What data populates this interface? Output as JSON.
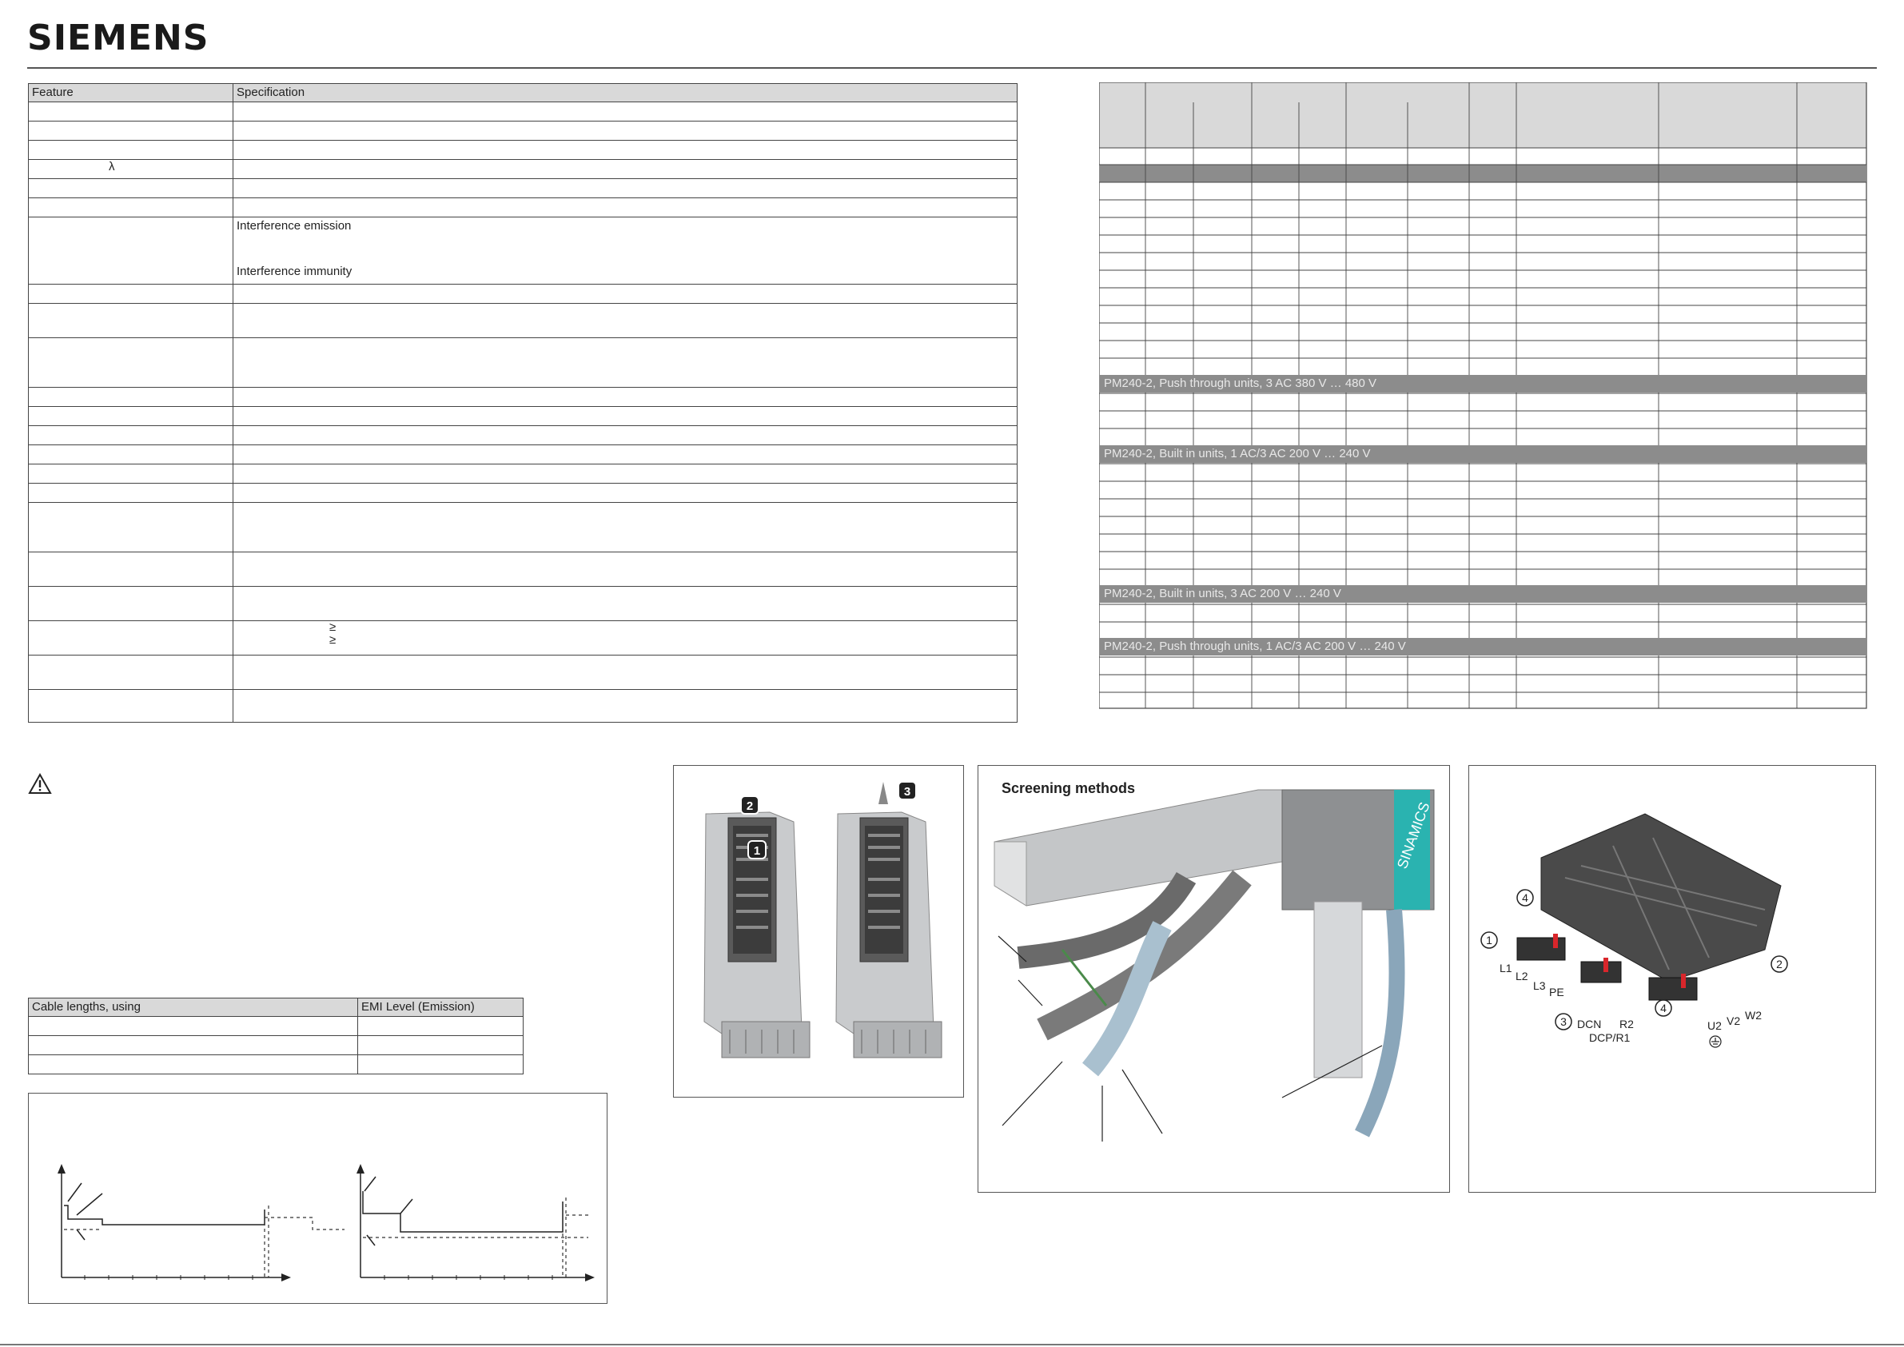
{
  "brand": {
    "logo_text": "SIEMENS"
  },
  "spec_table": {
    "headers": [
      "Feature",
      "Specification"
    ],
    "interference_emission": "Interference emission",
    "interference_immunity": "Interference immunity",
    "lambda_symbol": "λ",
    "geq_symbol": "≥"
  },
  "power_table": {
    "sections": [
      "PM240-2, Push through units, 3 AC 380 V … 480 V",
      "PM240-2, Built in units, 1 AC/3 AC 200 V … 240 V",
      "PM240-2, Built in units, 3 AC 200 V … 240 V",
      "PM240-2, Push through units, 1 AC/3 AC 200 V … 240 V"
    ]
  },
  "cable_table": {
    "headers": [
      "Cable lengths, using",
      "EMI Level (Emission)"
    ]
  },
  "figures": {
    "screening_caption": "Screening methods",
    "unit_badges": [
      "1",
      "2",
      "3"
    ],
    "sinamics_text": "SINAMICS",
    "terminal_labels": {
      "callouts": [
        "1",
        "2",
        "3",
        "4",
        "4"
      ],
      "mains": [
        "L1",
        "L2",
        "L3",
        "PE"
      ],
      "brake": [
        "DCN",
        "R2",
        "DCP/R1"
      ],
      "motor": [
        "U2",
        "V2",
        "W2"
      ]
    }
  },
  "colors": {
    "section_band": "#8c8c8c",
    "header_fill": "#d9d9d9",
    "accent_red": "#d9262b",
    "teal": "#2ab3b0"
  }
}
